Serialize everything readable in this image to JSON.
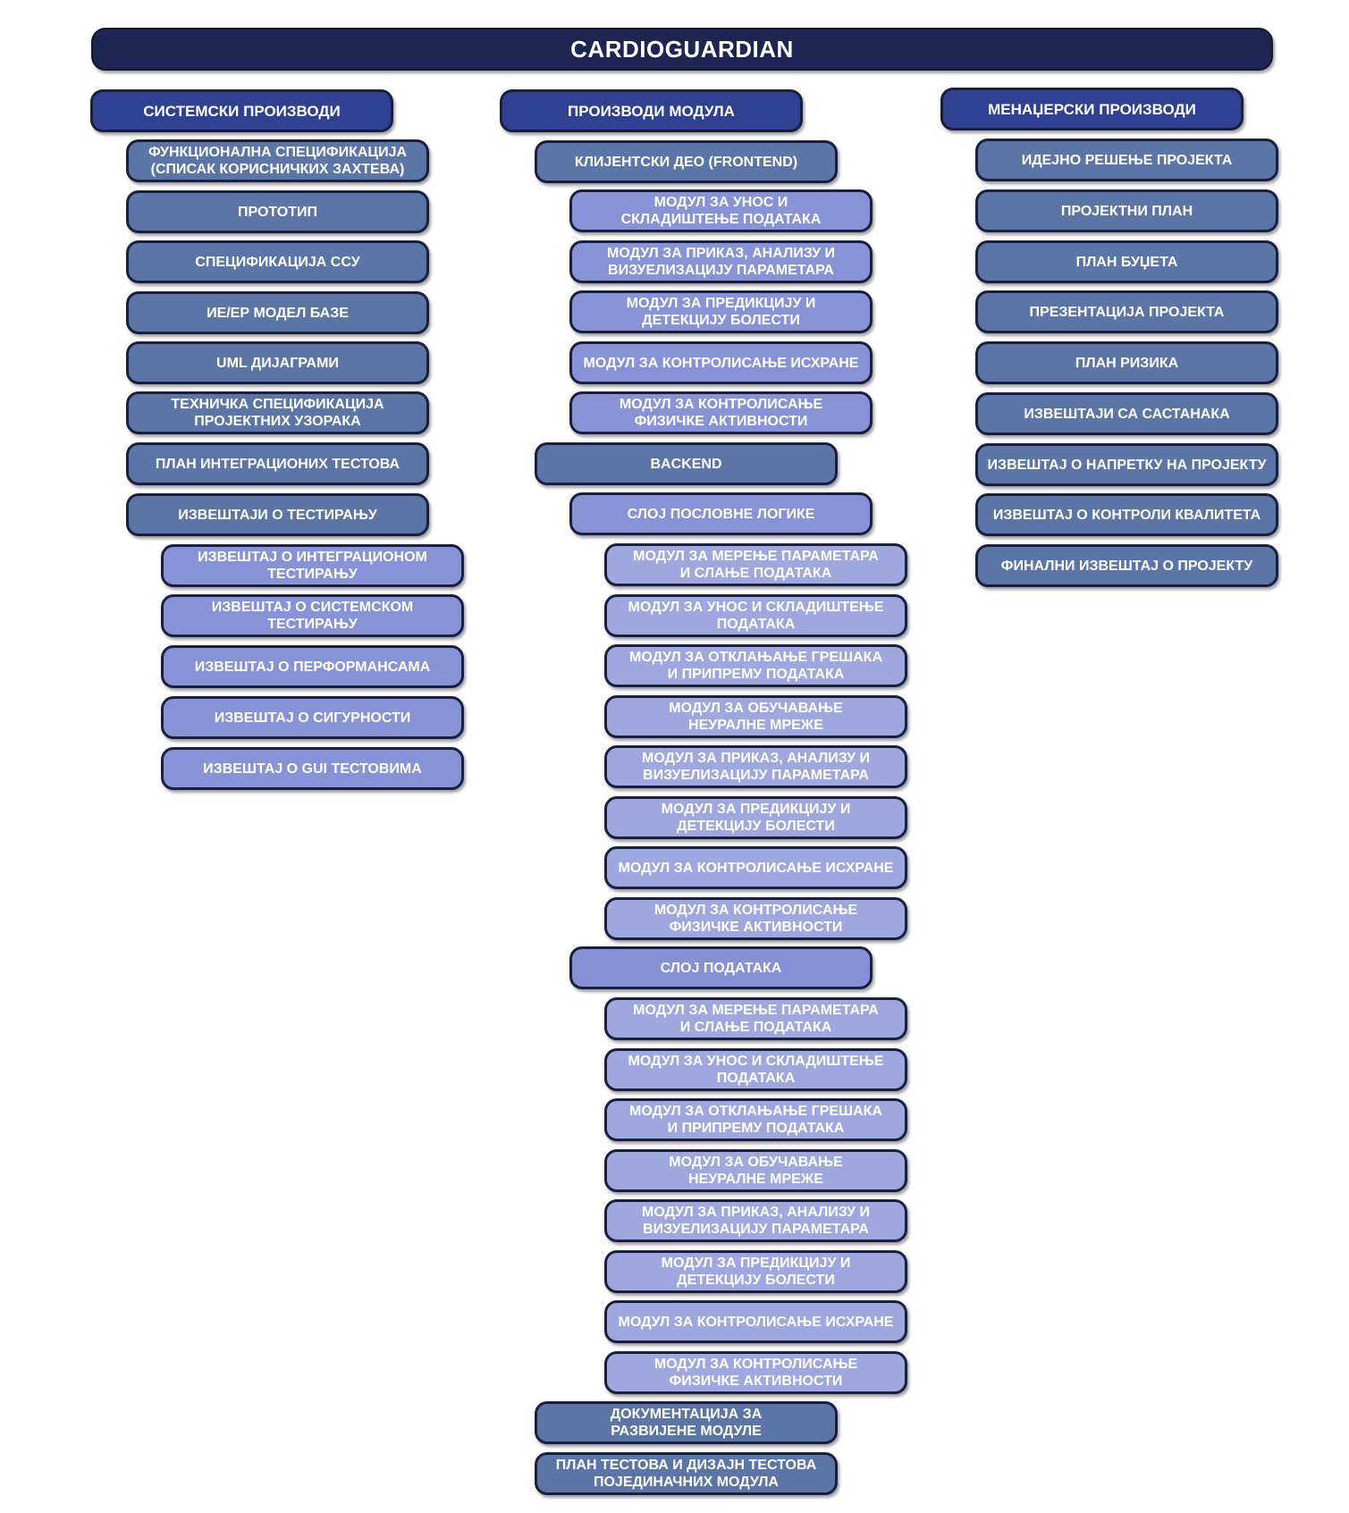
{
  "title": "CARDIOGUARDIAN",
  "systems": {
    "header": "СИСТЕМСКИ ПРОИЗВОДИ",
    "items": [
      "ФУНКЦИОНАЛНА СПЕЦИФИКАЦИЈА\n(СПИСАК КОРИСНИЧКИХ ЗАХТЕВА)",
      "ПРОТОТИП",
      "СПЕЦИФИКАЦИЈА ССУ",
      "ИЕ/ЕР МОДЕЛ БАЗЕ",
      "UML ДИЈАГРАМИ",
      "ТЕХНИЧКА СПЕЦИФИКАЦИЈА\nПРОЈЕКТНИХ УЗОРАКА",
      "ПЛАН ИНТЕГРАЦИОНИХ ТЕСТОВА",
      "ИЗВЕШТАЈИ О ТЕСТИРАЊУ"
    ],
    "test_reports": [
      "ИЗВЕШТАЈ О ИНТЕГРАЦИОНОМ\nТЕСТИРАЊУ",
      "ИЗВЕШТАЈ О СИСТЕМСКОМ\nТЕСТИРАЊУ",
      "ИЗВЕШТАЈ О ПЕРФОРМАНСАМА",
      "ИЗВЕШТАЈ О СИГУРНОСТИ",
      "ИЗВЕШТАЈ О GUI ТЕСТОВИМА"
    ]
  },
  "modules": {
    "header": "ПРОИЗВОДИ МОДУЛА",
    "frontend": {
      "label": "КЛИЈЕНТСКИ ДЕО (FRONTEND)",
      "items": [
        "МОДУЛ ЗА УНОС И\nСКЛАДИШТЕЊЕ ПОДАТАКА",
        "МОДУЛ ЗА ПРИКАЗ, АНАЛИЗУ И\nВИЗУЕЛИЗАЦИЈУ ПАРАМЕТАРА",
        "МОДУЛ ЗА ПРЕДИКЦИЈУ И\nДЕТЕКЦИЈУ БОЛЕСТИ",
        "МОДУЛ ЗА КОНТРОЛИСАЊЕ ИСХРАНЕ",
        "МОДУЛ ЗА КОНТРОЛИСАЊЕ\nФИЗИЧКЕ АКТИВНОСТИ"
      ]
    },
    "backend": {
      "label": "BACKEND",
      "business": {
        "label": "СЛОЈ ПОСЛОВНЕ ЛОГИКЕ",
        "items": [
          "МОДУЛ ЗА МЕРЕЊЕ ПАРАМЕТАРА\nИ СЛАЊЕ ПОДАТАКА",
          "МОДУЛ ЗА УНОС И СКЛАДИШТЕЊЕ\nПОДАТАКА",
          "МОДУЛ ЗА ОТКЛАЊАЊЕ ГРЕШАКА\nИ ПРИПРЕМУ ПОДАТАКА",
          "МОДУЛ ЗА ОБУЧАВАЊЕ\nНЕУРАЛНЕ МРЕЖЕ",
          "МОДУЛ ЗА ПРИКАЗ, АНАЛИЗУ И\nВИЗУЕЛИЗАЦИЈУ ПАРАМЕТАРА",
          "МОДУЛ ЗА ПРЕДИКЦИЈУ И\nДЕТЕКЦИЈУ БОЛЕСТИ",
          "МОДУЛ ЗА КОНТРОЛИСАЊЕ ИСХРАНЕ",
          "МОДУЛ ЗА КОНТРОЛИСАЊЕ\nФИЗИЧКЕ АКТИВНОСТИ"
        ]
      },
      "data_layer": {
        "label": "СЛОЈ ПОДАТАКА",
        "items": [
          "МОДУЛ ЗА МЕРЕЊЕ ПАРАМЕТАРА\nИ СЛАЊЕ ПОДАТАКА",
          "МОДУЛ ЗА УНОС И СКЛАДИШТЕЊЕ\nПОДАТАКА",
          "МОДУЛ ЗА ОТКЛАЊАЊЕ ГРЕШАКА\nИ ПРИПРЕМУ ПОДАТАКА",
          "МОДУЛ ЗА ОБУЧАВАЊЕ\nНЕУРАЛНЕ МРЕЖЕ",
          "МОДУЛ ЗА ПРИКАЗ, АНАЛИЗУ И\nВИЗУЕЛИЗАЦИЈУ ПАРАМЕТАРА",
          "МОДУЛ ЗА ПРЕДИКЦИЈУ И\nДЕТЕКЦИЈУ БОЛЕСТИ",
          "МОДУЛ ЗА КОНТРОЛИСАЊЕ ИСХРАНЕ",
          "МОДУЛ ЗА КОНТРОЛИСАЊЕ\nФИЗИЧКЕ АКТИВНОСТИ"
        ]
      }
    },
    "documentation": "ДОКУМЕНТАЦИЈА ЗА\nРАЗВИЈЕНЕ МОДУЛЕ",
    "test_plan": "ПЛАН ТЕСТОВА И ДИЗАЈН ТЕСТОВА\nПОЈЕДИНАЧНИХ МОДУЛА"
  },
  "management": {
    "header": "МЕНАЏЕРСКИ ПРОИЗВОДИ",
    "items": [
      "ИДЕЈНО РЕШЕЊЕ ПРОЈЕКТА",
      "ПРОЈЕКТНИ ПЛАН",
      "ПЛАН БУЏЕТА",
      "ПРЕЗЕНТАЦИЈА ПРОЈЕКТА",
      "ПЛАН РИЗИКА",
      "ИЗВЕШТАЈИ СА САСТАНАКА",
      "ИЗВЕШТАЈ О НАПРЕТКУ НА ПРОЈЕКТУ",
      "ИЗВЕШТАЈ О КОНТРОЛИ КВАЛИТЕТА",
      "ФИНАЛНИ ИЗВЕШТАЈ О ПРОЈЕКТУ"
    ]
  }
}
